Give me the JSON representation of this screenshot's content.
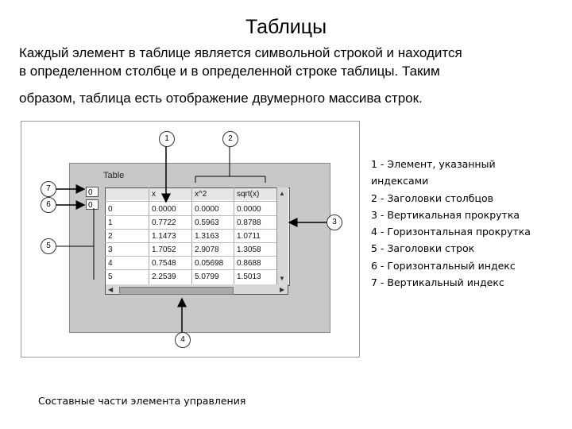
{
  "title": "Таблицы",
  "paragraph": [
    "Каждый элемент в таблице является символьной строкой и находится",
    "в определенном столбце и в определенной строке таблицы. Таким",
    "образом, таблица есть отображение двумерного массива строк."
  ],
  "figure": {
    "table_label": "Table",
    "vertical_index_value": "0",
    "horizontal_index_value": "0",
    "columns": [
      "x",
      "x^2",
      "sqrt(x)"
    ],
    "rows": [
      {
        "header": "0",
        "cells": [
          "0.0000",
          "0.0000",
          "0.0000"
        ]
      },
      {
        "header": "1",
        "cells": [
          "0.7722",
          "0.5963",
          "0.8788"
        ]
      },
      {
        "header": "2",
        "cells": [
          "1.1473",
          "1.3163",
          "1.0711"
        ]
      },
      {
        "header": "3",
        "cells": [
          "1.7052",
          "2.9078",
          "1.3058"
        ]
      },
      {
        "header": "4",
        "cells": [
          "0.7548",
          "0.05698",
          "0.8688"
        ]
      },
      {
        "header": "5",
        "cells": [
          "2.2539",
          "5.0799",
          "1.5013"
        ]
      }
    ],
    "callouts": [
      "1",
      "2",
      "3",
      "4",
      "5",
      "6",
      "7"
    ]
  },
  "legend": [
    "1 - Элемент, указанный",
    "индексами",
    "2 - Заголовки столбцов",
    "3 - Вертикальная прокрутка",
    "4 - Горизонтальная прокрутка",
    "5 - Заголовки строк",
    "6 - Горизонтальный индекс",
    "7 - Вертикальный индекс"
  ],
  "caption": "Составные части элемента управления"
}
